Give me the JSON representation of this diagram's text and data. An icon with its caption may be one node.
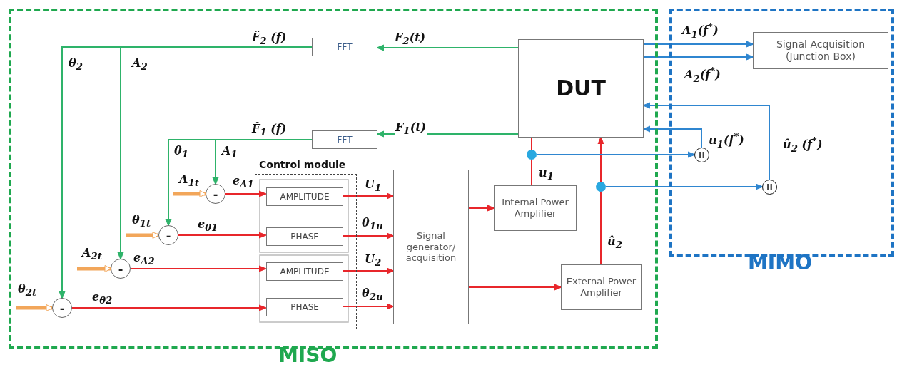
{
  "diagram": {
    "nodes": [
      {
        "text": [
          "MISO"
        ]
      },
      {
        "text": [
          "MIMO"
        ]
      },
      {
        "text": [
          "FFT"
        ],
        "in": 0
      },
      {
        "text": [
          "FFT"
        ],
        "in": 0
      },
      {
        "text": [
          "DUT"
        ],
        "in": 0
      },
      {
        "text": [
          "Control module"
        ],
        "in": 0
      },
      {
        "text": [
          "AMPLITUDE"
        ],
        "in": 5
      },
      {
        "text": [
          "PHASE"
        ],
        "in": 5
      },
      {
        "text": [
          "AMPLITUDE"
        ],
        "in": 5
      },
      {
        "text": [
          "PHASE"
        ],
        "in": 5
      },
      {
        "text": [
          "Signal generator/ acquisition"
        ],
        "in": 0
      },
      {
        "text": [
          "Internal Power Amplifier"
        ],
        "in": 0
      },
      {
        "text": [
          "External Power Amplifier"
        ],
        "in": 0
      },
      {
        "text": [
          "Signal Acquisition (Junction Box)"
        ],
        "in": 1
      },
      {
        "text": [
          "-"
        ],
        "in": 0
      },
      {
        "text": [
          "-"
        ],
        "in": 0
      },
      {
        "text": [
          "-"
        ],
        "in": 0
      },
      {
        "text": [
          "-"
        ],
        "in": 0
      },
      {
        "text": [
          "II"
        ],
        "in": 1
      },
      {
        "text": [
          "II"
        ],
        "in": 1
      },
      {
        "text": [],
        "shape": "circle",
        "in": 0
      },
      {
        "text": [],
        "shape": "circle",
        "in": 0
      }
    ],
    "edges": [
      {
        "from": 4,
        "to": 2,
        "arrow": "to",
        "label": "F$_{2}$(t)",
        "color": "#2eb36a"
      },
      {
        "from": 2,
        "to": 17,
        "arrow": "to",
        "label": "θ$_{2}$",
        "color": "#2eb36a"
      },
      {
        "from": 2,
        "to": 16,
        "arrow": "to",
        "label": "A$_{2}$",
        "color": "#2eb36a"
      },
      {
        "from": 3,
        "to": 15,
        "arrow": "to",
        "label": "θ$_{1}$",
        "color": "#2eb36a"
      },
      {
        "from": 3,
        "to": 14,
        "arrow": "to",
        "label": "A$_{1}$",
        "color": "#2eb36a"
      },
      {
        "from": 4,
        "to": 3,
        "arrow": "to",
        "label": "F$_{1}$(t)",
        "color": "#2eb36a"
      },
      {
        "from": null,
        "to": 14,
        "arrow": "to",
        "label": "A$_{1t}$",
        "style": "thick",
        "color": "#f2a65a"
      },
      {
        "from": null,
        "to": 15,
        "arrow": "to",
        "label": "θ$_{1t}$",
        "style": "thick",
        "color": "#f2a65a"
      },
      {
        "from": null,
        "to": 16,
        "arrow": "to",
        "label": "A$_{2t}$",
        "style": "thick",
        "color": "#f2a65a"
      },
      {
        "from": null,
        "to": 17,
        "arrow": "to",
        "label": "θ$_{2t}$",
        "style": "thick",
        "color": "#f2a65a"
      },
      {
        "from": 14,
        "to": 6,
        "arrow": "to",
        "label": "e$_{A1}$"
      },
      {
        "from": 15,
        "to": 7,
        "arrow": "to",
        "label": "e$_{θ1}$"
      },
      {
        "from": 16,
        "to": 8,
        "arrow": "to",
        "label": "e$_{A2}$"
      },
      {
        "from": 17,
        "to": 9,
        "arrow": "to",
        "label": "e$_{θ2}$"
      },
      {
        "from": 6,
        "to": 10,
        "arrow": "to",
        "label": "U$_{1}$"
      },
      {
        "from": 7,
        "to": 10,
        "arrow": "to",
        "label": "θ$_{1u}$"
      },
      {
        "from": 8,
        "to": 10,
        "arrow": "to",
        "label": "U$_{2}$"
      },
      {
        "from": 9,
        "to": 10,
        "arrow": "to",
        "label": "θ$_{2u}$"
      },
      {
        "from": 10,
        "to": 11,
        "arrow": "to"
      },
      {
        "from": 10,
        "to": 12,
        "arrow": "to"
      },
      {
        "from": 11,
        "to": 4,
        "arrow": "none",
        "label": "u$_{1}$"
      },
      {
        "from": 12,
        "to": 4,
        "arrow": "to",
        "label": "û$_{2}$"
      },
      {
        "from": 20,
        "to": 18,
        "arrow": "to",
        "color": "#2f86d0"
      },
      {
        "from": 21,
        "to": 19,
        "arrow": "to",
        "color": "#2f86d0"
      },
      {
        "from": 18,
        "to": 4,
        "arrow": "to",
        "label": "u$_{1}$(f$^{*}$)",
        "color": "#2f86d0"
      },
      {
        "from": 19,
        "to": 4,
        "arrow": "to",
        "label": "û$_{2}$ (f$^{*}$)",
        "color": "#2f86d0"
      },
      {
        "from": 4,
        "to": 13,
        "arrow": "to",
        "label": "A$_{1}$(f$^{*}$)",
        "color": "#2f86d0"
      },
      {
        "from": 4,
        "to": 13,
        "arrow": "to",
        "label": "A$_{2}$(f$^{*}$)",
        "color": "#2f86d0"
      }
    ],
    "labels": [
      "F̂$_{2}$ (f)",
      "F̂$_{1}$ (f)"
    ]
  }
}
